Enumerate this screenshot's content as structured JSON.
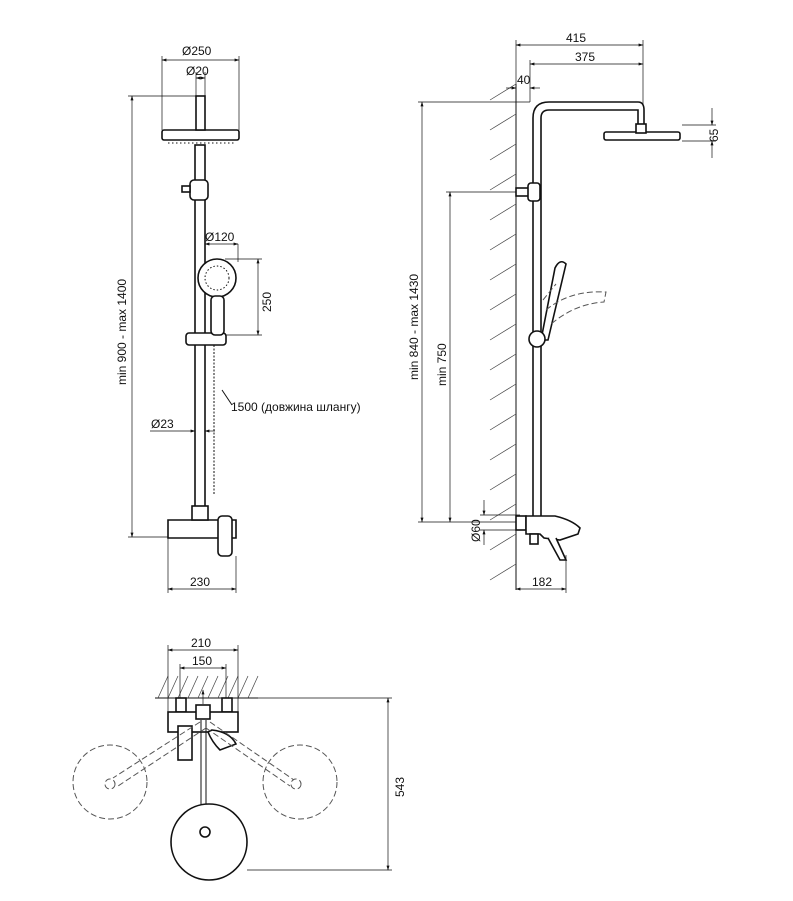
{
  "front_view": {
    "dim_head_diameter": "Ø250",
    "dim_arm_diameter": "Ø20",
    "dim_hand_diameter": "Ø120",
    "dim_hand_length": "250",
    "dim_height_range": "min 900 - max 1400",
    "dim_hose_length": "1500 (довжина шлангу)",
    "dim_pipe_diameter": "Ø23",
    "dim_mixer_width": "230"
  },
  "side_view": {
    "dim_total_projection": "415",
    "dim_arm_projection": "375",
    "dim_wall_offset": "40",
    "dim_head_height": "65",
    "dim_height_range": "min 840 - max 1430",
    "dim_min_height": "min 750",
    "dim_connection_diameter": "Ø60",
    "dim_mixer_depth": "182"
  },
  "top_view": {
    "dim_outer_width": "210",
    "dim_connection_spacing": "150",
    "dim_reach": "543"
  }
}
